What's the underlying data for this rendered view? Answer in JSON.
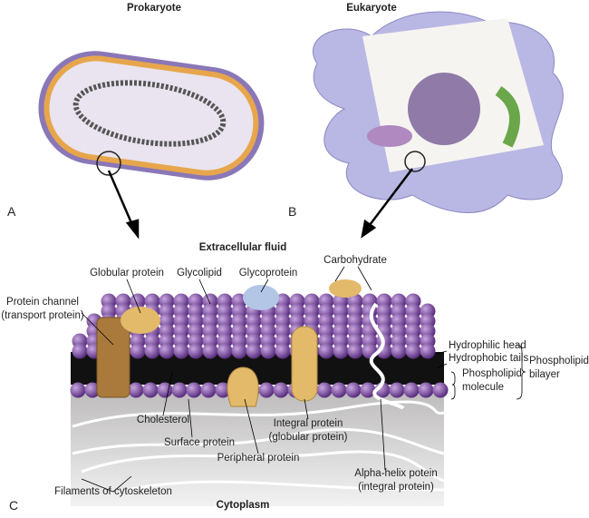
{
  "titles": {
    "prokaryote": "Prokaryote",
    "eukaryote": "Eukaryote"
  },
  "panels": {
    "a": "A",
    "b": "B",
    "c": "C"
  },
  "membrane": {
    "extracellular": "Extracellular fluid",
    "cytoplasm": "Cytoplasm",
    "carbohydrate": "Carbohydrate",
    "globular_protein": "Globular protein",
    "glycolipid": "Glycolipid",
    "glycoprotein": "Glycoprotein",
    "protein_channel": [
      "Protein channel",
      "(transport protein)"
    ],
    "hydrophilic_head": "Hydrophilic head",
    "hydrophobic_tails": "Hydrophobic tails",
    "phospholipid_molecule": [
      "Phospholipid",
      "molecule"
    ],
    "phospholipid_bilayer": [
      "Phospholipid",
      "bilayer"
    ],
    "cholesterol": "Cholesterol",
    "surface_protein": "Surface protein",
    "integral_protein": [
      "Integral protein",
      "(globular protein)"
    ],
    "peripheral_protein": "Peripheral protein",
    "alpha_helix": [
      "Alpha-helix potein",
      "(integral protein)"
    ],
    "filaments": "Filaments of cytoskeleton"
  },
  "colors": {
    "lipid_head": "#7b4fa0",
    "protein": "#e3b96a",
    "cytoplasm": "#c9c7c8",
    "eukaryote_body": "#b9b8e4"
  }
}
